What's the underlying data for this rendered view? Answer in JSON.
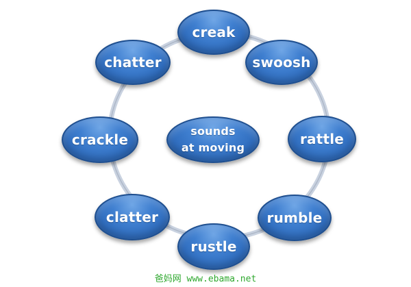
{
  "diagram": {
    "center_lines": [
      "sounds",
      "at moving"
    ],
    "nodes": [
      "creak",
      "swoosh",
      "rattle",
      "rumble",
      "rustle",
      "clatter",
      "crackle",
      "chatter"
    ]
  },
  "footer": {
    "watermark": "爸妈网 www.ebama.net"
  },
  "colors": {
    "node_fill": "#2f6cbd",
    "node_border": "#1f4f8f",
    "ring": "#c9d2e0",
    "watermark": "#2fa82f"
  }
}
